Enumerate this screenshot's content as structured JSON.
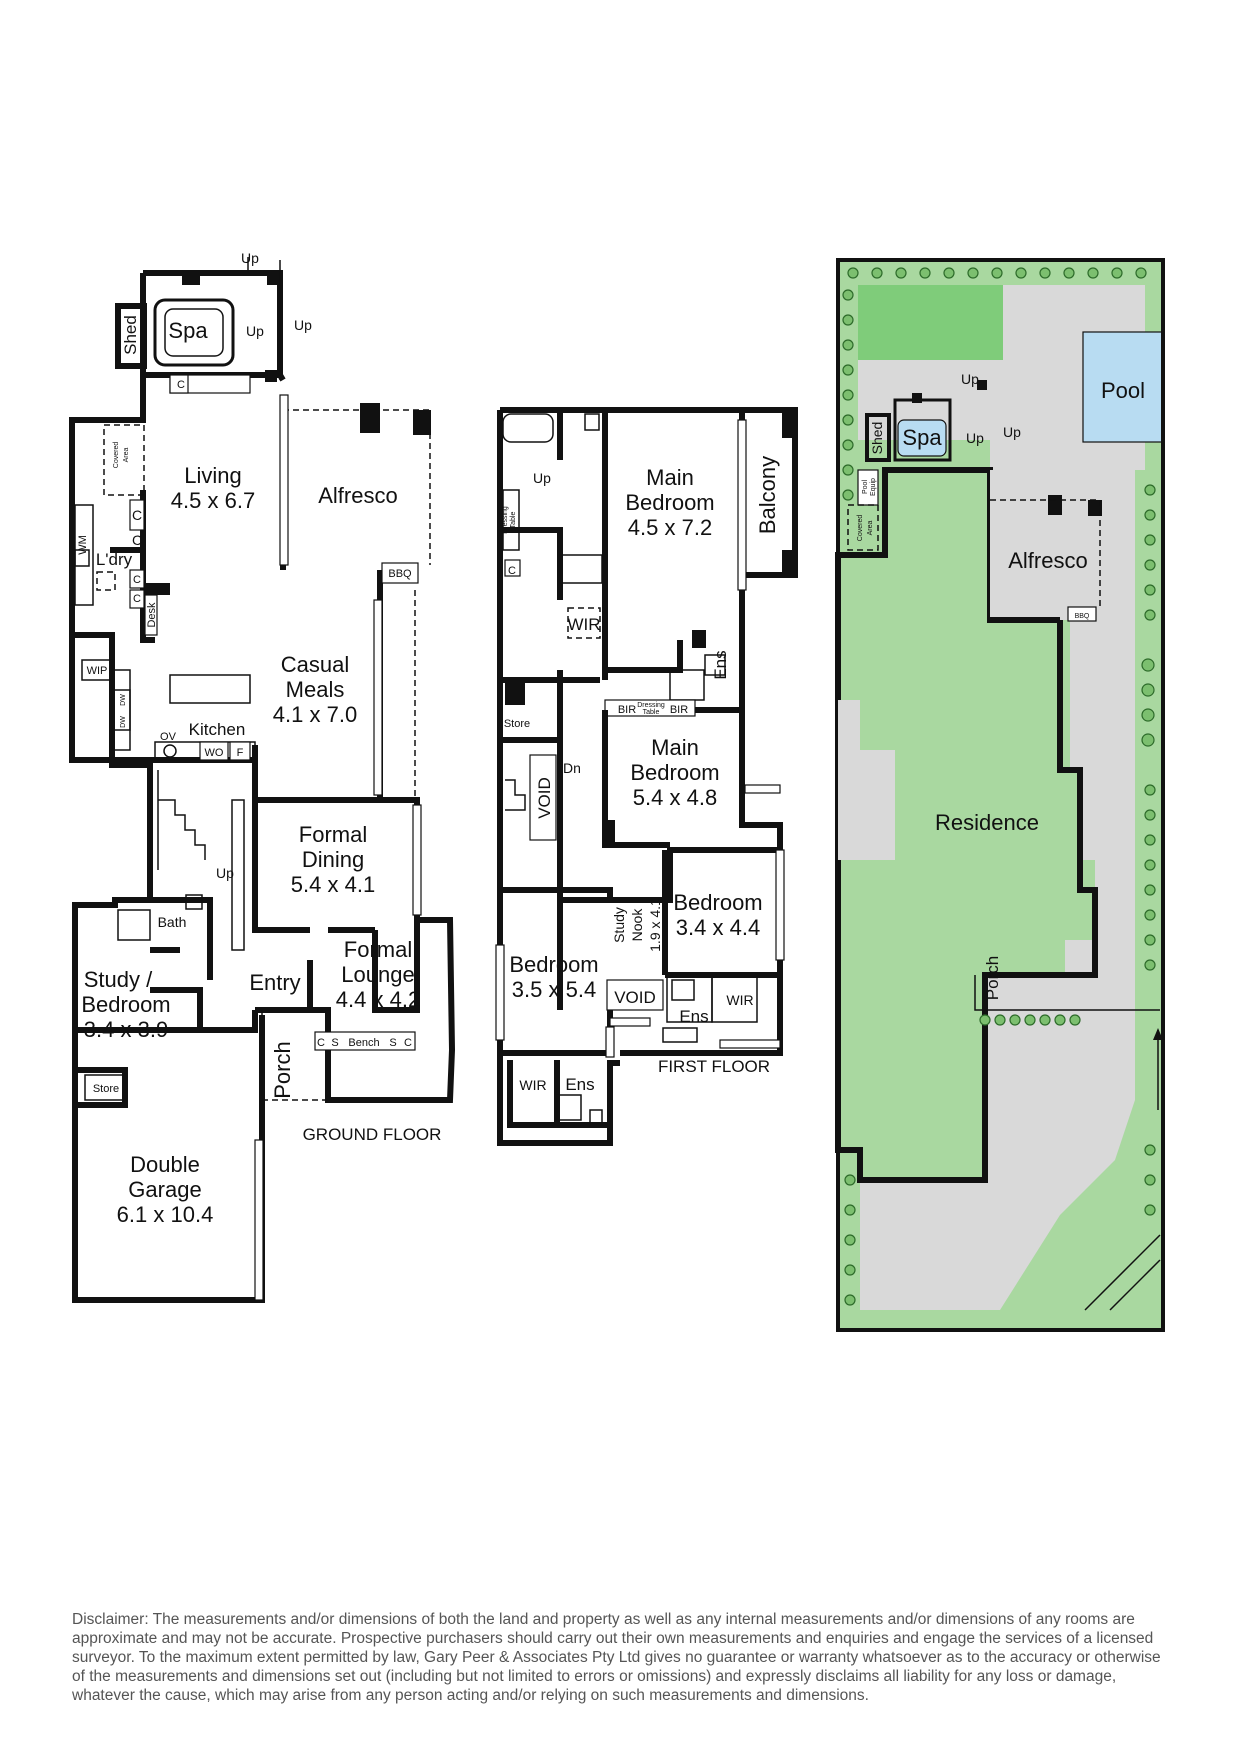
{
  "ground_floor": {
    "title": "GROUND FLOOR",
    "rooms": {
      "spa": "Spa",
      "shed": "Shed",
      "up1": "Up",
      "up2": "Up",
      "up3": "Up",
      "living_name": "Living",
      "living_dim": "4.5 x 6.7",
      "alfresco": "Alfresco",
      "covered_area_1": "Covered",
      "covered_area_2": "Area",
      "ldry": "L'dry",
      "wm": "WM",
      "c1": "C",
      "c2": "C",
      "c3": "C",
      "c4": "C",
      "c_spa": "C",
      "desk": "Desk",
      "bbq": "BBQ",
      "casual_meals_1": "Casual",
      "casual_meals_2": "Meals",
      "casual_meals_dim": "4.1 x 7.0",
      "wip": "WIP",
      "dw": "DW",
      "kitchen": "Kitchen",
      "ov": "OV",
      "wo": "WO",
      "f": "F",
      "formal_dining_1": "Formal",
      "formal_dining_2": "Dining",
      "formal_dining_dim": "5.4 x 4.1",
      "up_stairs": "Up",
      "bath": "Bath",
      "formal_lounge_1": "Formal",
      "formal_lounge_2": "Lounge",
      "formal_lounge_dim": "4.4 x 4.2",
      "study_1": "Study /",
      "study_2": "Bedroom",
      "study_dim": "3.4 x 3.9",
      "entry": "Entry",
      "porch": "Porch",
      "bench_c1": "C",
      "bench_s1": "S",
      "bench": "Bench",
      "bench_s2": "S",
      "bench_c2": "C",
      "store": "Store",
      "garage_1": "Double",
      "garage_2": "Garage",
      "garage_dim": "6.1 x 10.4"
    }
  },
  "first_floor": {
    "title": "FIRST FLOOR",
    "rooms": {
      "up": "Up",
      "dressing_table_1": "Dressing",
      "dressing_table_2": "Table",
      "c": "C",
      "wir": "WIR",
      "main_bed_1a": "Main",
      "main_bed_1b": "Bedroom",
      "main_bed_1_dim": "4.5 x 7.2",
      "balcony": "Balcony",
      "ens1": "Ens",
      "bir1": "BIR",
      "dressing_table_b1": "Dressing",
      "dressing_table_b2": "Table",
      "bir2": "BIR",
      "store": "Store",
      "dn": "Dn",
      "void1": "VOID",
      "main_bed_2a": "Main",
      "main_bed_2b": "Bedroom",
      "main_bed_2_dim": "5.4 x 4.8",
      "bedroom_a": "Bedroom",
      "bedroom_a_dim": "3.4 x 4.4",
      "study_nook_1": "Study",
      "study_nook_2": "Nook",
      "study_nook_dim": "1.9 x 4.1",
      "bedroom_b": "Bedroom",
      "bedroom_b_dim": "3.5 x 5.4",
      "void2": "VOID",
      "ens2": "Ens",
      "wir2": "WIR",
      "wir3": "WIR",
      "ens3": "Ens"
    }
  },
  "site_plan": {
    "pool": "Pool",
    "spa": "Spa",
    "shed": "Shed",
    "up1": "Up",
    "up2": "Up",
    "up3": "Up",
    "pool_equip_1": "Pool",
    "pool_equip_2": "Equip",
    "covered_1": "Covered",
    "covered_2": "Area",
    "alfresco": "Alfresco",
    "bbq": "BBQ",
    "residence": "Residence",
    "porch": "Porch"
  },
  "disclaimer": "Disclaimer: The measurements and/or dimensions of both the land and property as well as any internal measurements and/or dimensions of any rooms are approximate and may not be accurate. Prospective purchasers should carry out their own measurements and enquiries and engage the services of a licensed surveyor. To the maximum extent permitted by law, Gary Peer & Associates Pty Ltd gives no guarantee or warranty whatsoever as to the accuracy or otherwise of the measurements and dimensions set out (including but not limited to errors or omissions) and expressly disclaims all liability for any loss or damage, whatever the cause, which may arise from any person acting and/or relying on such measurements and dimensions."
}
